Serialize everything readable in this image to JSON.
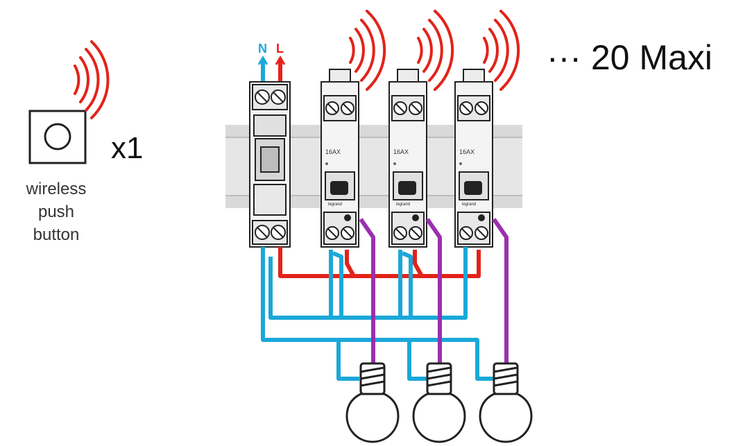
{
  "labels": {
    "n": "N",
    "l": "L",
    "count": "x1",
    "max": "··· 20 Maxi",
    "button_line1": "wireless",
    "button_line2": "push",
    "button_line3": "button",
    "module_rating": "16AX",
    "brand": "legrand"
  },
  "colors": {
    "neutral": "#1ba8d8",
    "live": "#e2231a",
    "switched": "#9b2fae",
    "radio": "#e2231a",
    "rail": "#d9d9d9",
    "outline": "#222222"
  }
}
